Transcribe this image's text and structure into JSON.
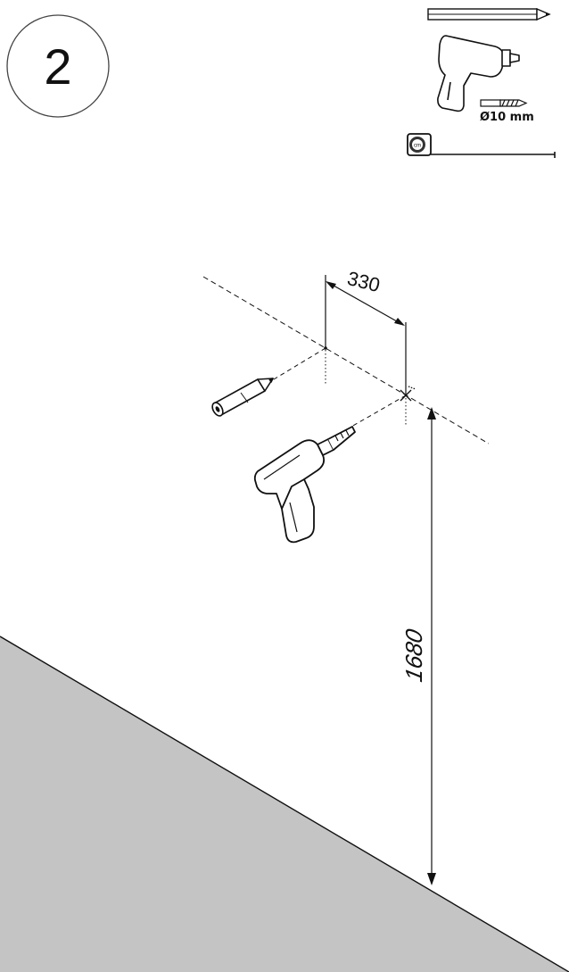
{
  "step": {
    "number": "2"
  },
  "tools": {
    "pencil": "pencil-icon",
    "drill": "drill-icon",
    "drill_bit_size": "Ø10 mm",
    "tape_measure": "tape-measure-icon",
    "tape_measure_unit": "cm"
  },
  "dimensions": {
    "hole_spacing": "330",
    "height_from_floor": "1680"
  },
  "colors": {
    "line": "#111111",
    "floor": "#c4c4c4",
    "tool_fill": "#ffffff"
  }
}
